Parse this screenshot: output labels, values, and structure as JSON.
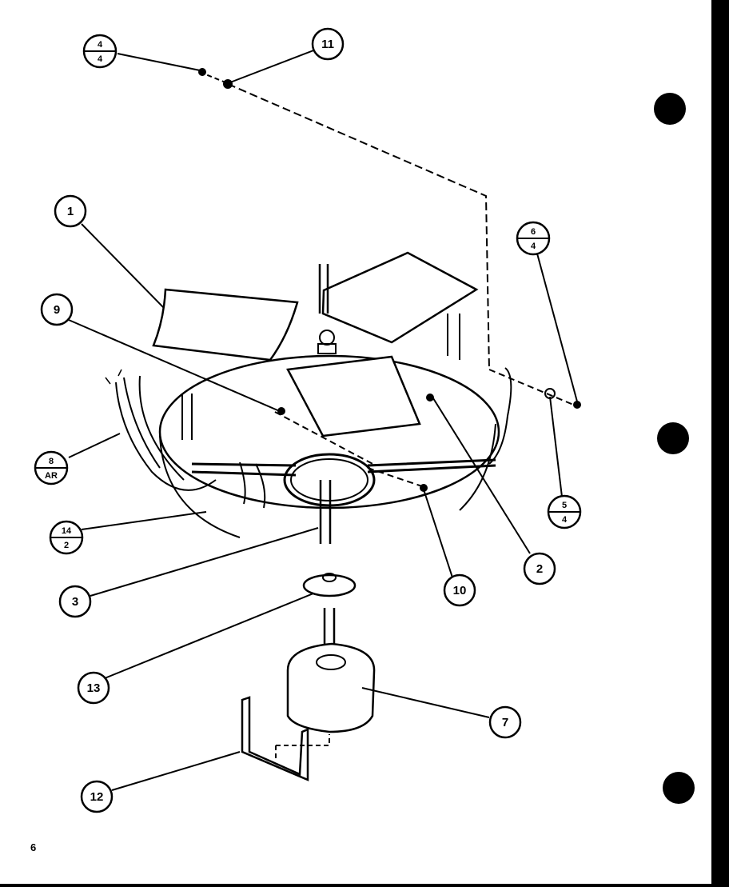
{
  "callouts": {
    "c1": "1",
    "c2": "2",
    "c3": "3",
    "c7": "7",
    "c9": "9",
    "c10": "10",
    "c11": "11",
    "c12": "12",
    "c13": "13",
    "ref_4_4": {
      "top": "4",
      "bottom": "4"
    },
    "ref_6_4": {
      "top": "6",
      "bottom": "4"
    },
    "ref_5_4": {
      "top": "5",
      "bottom": "4"
    },
    "ref_8_ar": {
      "top": "8",
      "bottom": "AR"
    },
    "ref_14_2": {
      "top": "14",
      "bottom": "2"
    }
  },
  "page_number": "6",
  "colors": {
    "paper": "#ffffff",
    "ink": "#000000"
  }
}
